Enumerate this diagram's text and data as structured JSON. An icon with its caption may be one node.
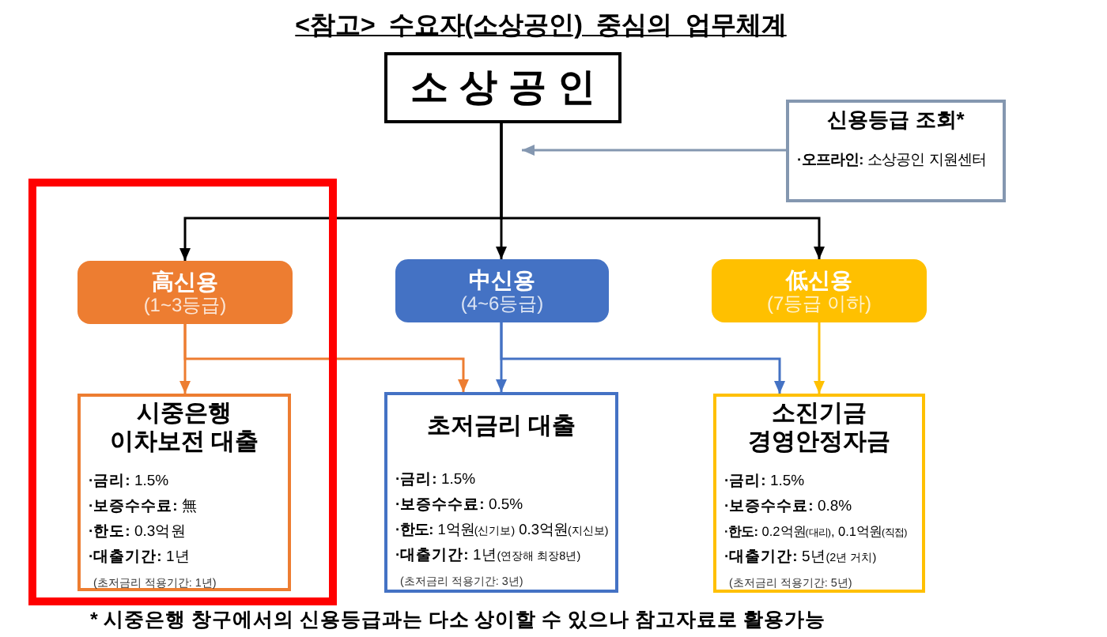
{
  "diagram": {
    "title": "<참고> 수요자(소상공인) 중심의 업무체계",
    "nodes": [
      {
        "text": [
          "소상공인"
        ]
      },
      {
        "text": [
          "신용등급 조회*",
          "**·오프라인:** 소상공인 지원센터"
        ]
      },
      {
        "text": [],
        "shape": "box"
      },
      {
        "text": [
          "高신용",
          "(1~3등급)"
        ],
        "in": 2
      },
      {
        "text": [
          "中신용",
          "(4~6등급)"
        ]
      },
      {
        "text": [
          "低신용",
          "(7등급 이하)"
        ]
      },
      {
        "text": [
          "시중은행 이차보전 대출",
          "**·금리:** 1.5%",
          "**·보증수수료:** 無",
          "**·한도:** 0.3억원",
          "**·대출기간:** 1년",
          "(초저금리 적용기간: 1년)"
        ],
        "in": 2
      },
      {
        "text": [
          "초저금리 대출",
          "**·금리:** 1.5%",
          "**·보증수수료:** 0.5%",
          "**·한도:** 1억원(신기보) 0.3억원(지신보)",
          "**·대출기간:** 1년(연장해 최장8년)",
          "(초저금리 적용기간: 3년)"
        ]
      },
      {
        "text": [
          "소진기금 경영안정자금",
          "**·금리:** 1.5%",
          "**·보증수수료:** 0.8%",
          "**·한도:** 0.2억원(대리), 0.1억원(직접)",
          "**·대출기간:** 5년(2년 거치)",
          "(초저금리 적용기간: 5년)"
        ]
      }
    ],
    "edges": [
      {
        "from": 0,
        "to": 3,
        "arrow": "to"
      },
      {
        "from": 0,
        "to": 4,
        "arrow": "to"
      },
      {
        "from": 0,
        "to": 5,
        "arrow": "to"
      },
      {
        "from": 1,
        "to": 0,
        "arrow": "to",
        "color": "#8497b0"
      },
      {
        "from": 3,
        "to": 6,
        "arrow": "to",
        "color": "#ed7d31"
      },
      {
        "from": 3,
        "to": 7,
        "arrow": "to",
        "color": "#ed7d31"
      },
      {
        "from": 4,
        "to": 7,
        "arrow": "to",
        "color": "#4472c4"
      },
      {
        "from": 4,
        "to": 8,
        "arrow": "to",
        "color": "#4472c4"
      },
      {
        "from": 5,
        "to": 8,
        "arrow": "to",
        "color": "#ffc000"
      }
    ],
    "labels": [
      "* 시중은행 창구에서의 신용등급과는 다소 상이할 수 있으나 참고자료로 활용가능"
    ]
  }
}
